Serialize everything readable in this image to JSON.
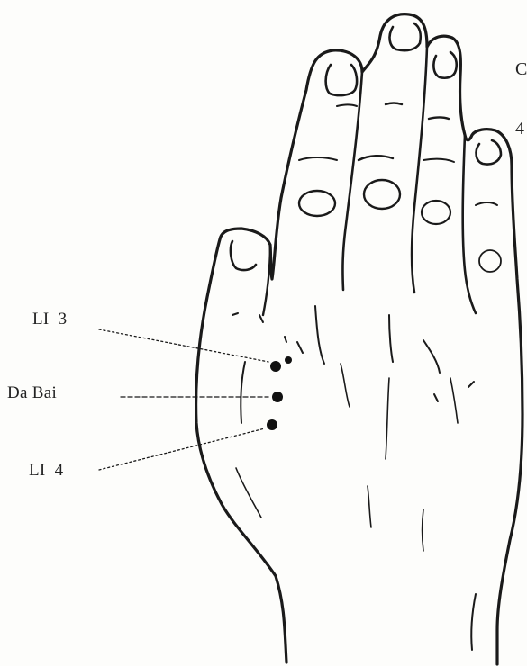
{
  "labels": {
    "li3": "LI  3",
    "da_bai": "Da Bai",
    "li4": "LI  4",
    "corner_line1": "C",
    "corner_line2": "4"
  },
  "colors": {
    "ink": "#1a1a1a",
    "paper": "#fdfdfb"
  }
}
